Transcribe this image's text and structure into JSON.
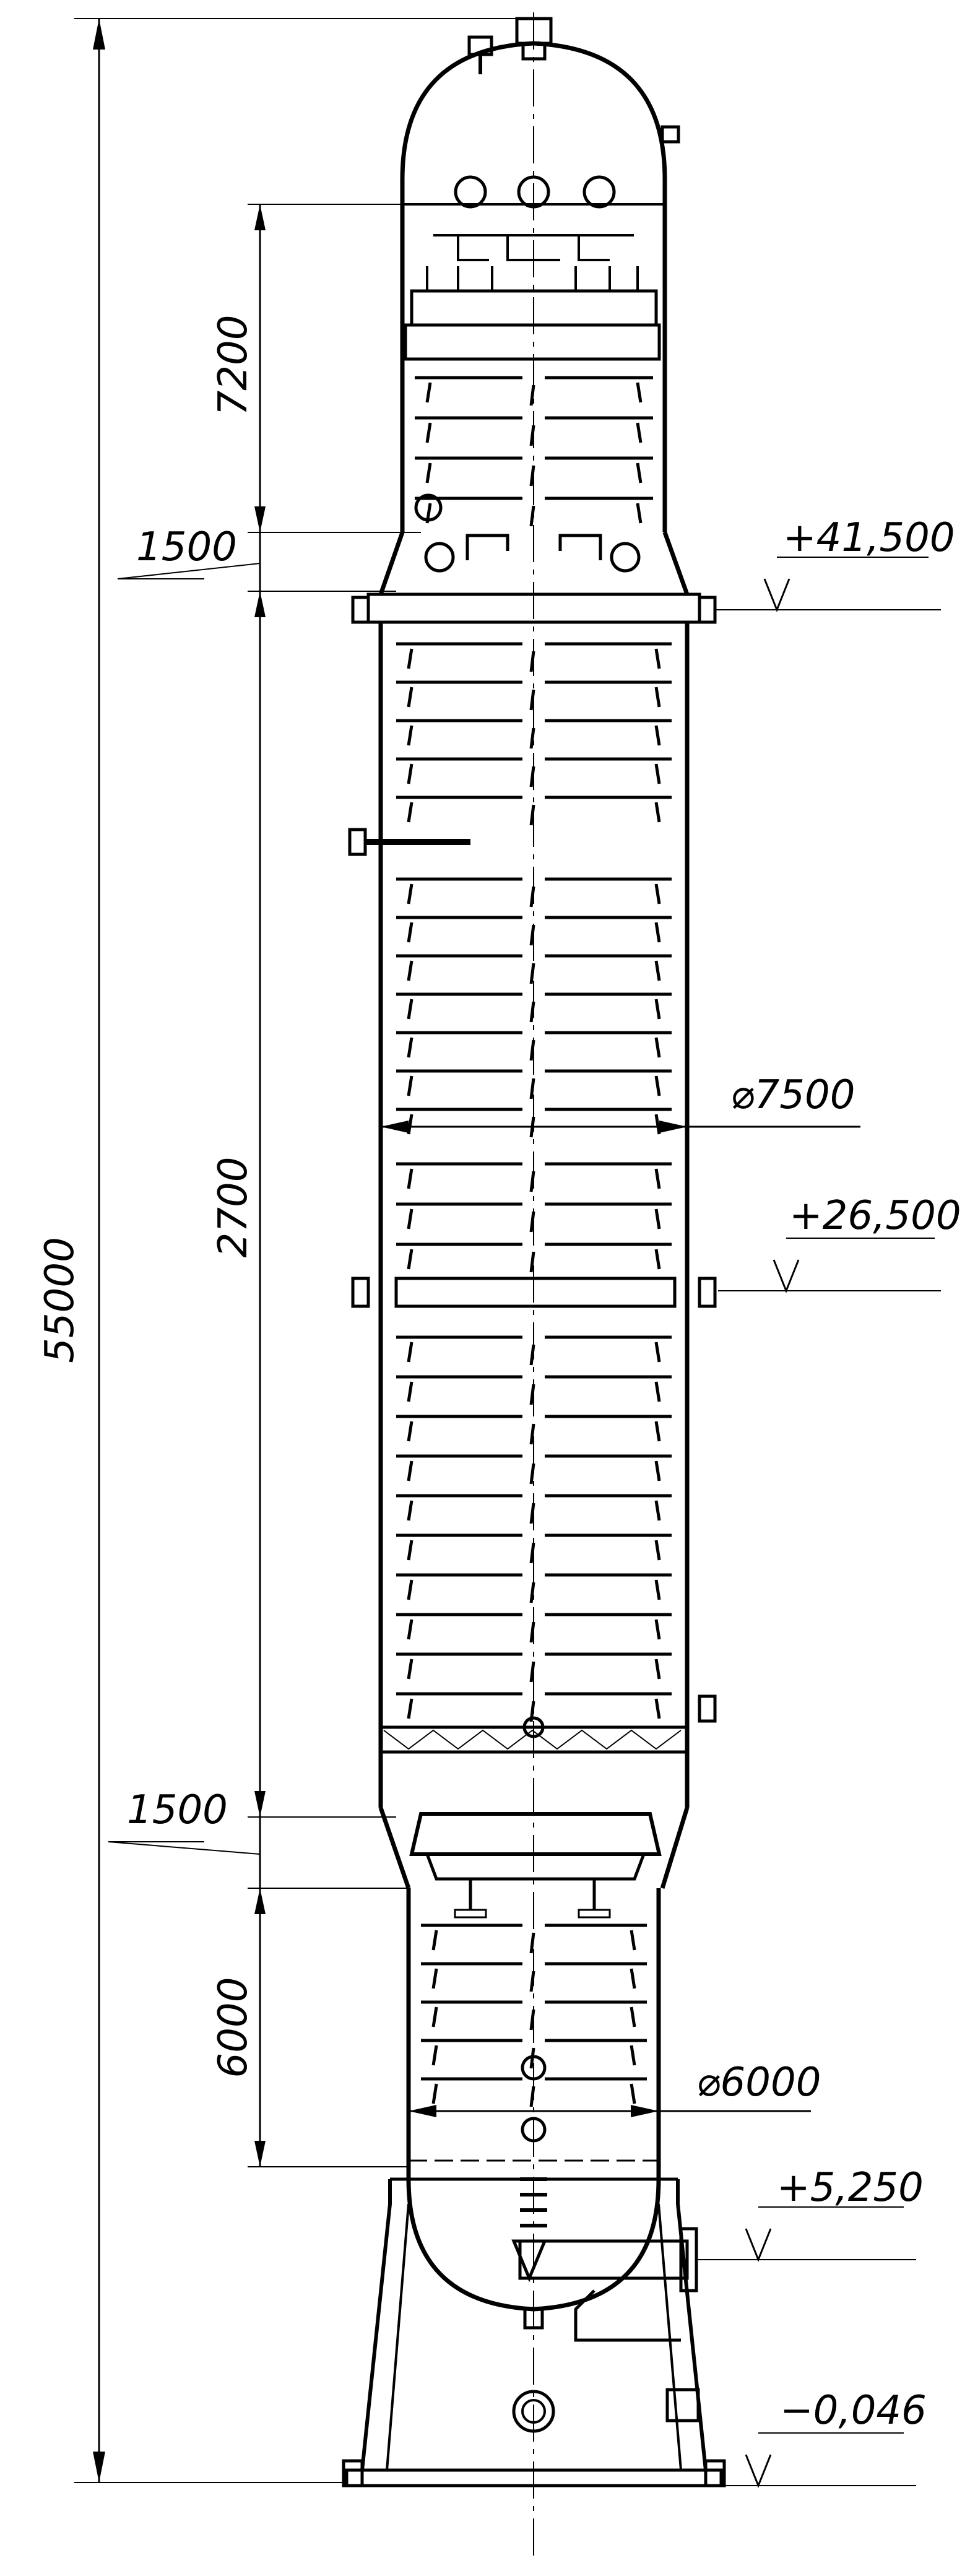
{
  "drawing": {
    "dimensions": {
      "overall_height": "55000",
      "top_section_height": "7200",
      "upper_transition": "1500",
      "middle_section_height": "2700",
      "lower_transition": "1500",
      "bottom_section_height": "6000",
      "upper_diameter": "⌀7500",
      "lower_diameter": "⌀6000"
    },
    "elevations": {
      "top_flange": "+41,500",
      "middle_flange": "+26,500",
      "bottom_nozzle": "+5,250",
      "ground": "−0,046"
    }
  }
}
